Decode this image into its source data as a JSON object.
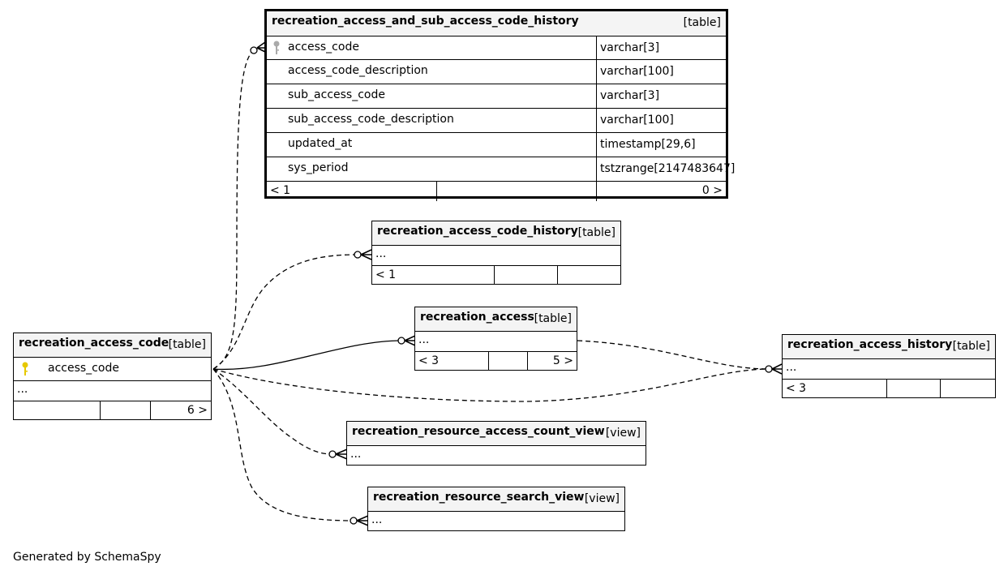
{
  "focus_table": {
    "name": "recreation_access_and_sub_access_code_history",
    "kind": "[table]",
    "columns": [
      {
        "name": "access_code",
        "type": "varchar[3]",
        "icon": "key-icon"
      },
      {
        "name": "access_code_description",
        "type": "varchar[100]"
      },
      {
        "name": "sub_access_code",
        "type": "varchar[3]"
      },
      {
        "name": "sub_access_code_description",
        "type": "varchar[100]"
      },
      {
        "name": "updated_at",
        "type": "timestamp[29,6]"
      },
      {
        "name": "sys_period",
        "type": "tstzrange[2147483647]"
      }
    ],
    "footer": {
      "parents": "< 1",
      "children": "0 >"
    }
  },
  "tables": {
    "code_history": {
      "name": "recreation_access_code_history",
      "kind": "[table]",
      "ellipsis": "...",
      "footer_left": "< 1"
    },
    "access": {
      "name": "recreation_access",
      "kind": "[table]",
      "ellipsis": "...",
      "footer_left": "< 3",
      "footer_right": "5 >"
    },
    "access_code": {
      "name": "recreation_access_code",
      "kind": "[table]",
      "column": "access_code",
      "ellipsis": "...",
      "footer_right": "6 >"
    },
    "access_history": {
      "name": "recreation_access_history",
      "kind": "[table]",
      "ellipsis": "...",
      "footer_left": "< 3"
    },
    "count_view": {
      "name": "recreation_resource_access_count_view",
      "kind": "[view]",
      "ellipsis": "..."
    },
    "search_view": {
      "name": "recreation_resource_search_view",
      "kind": "[view]",
      "ellipsis": "..."
    }
  },
  "colors": {
    "focus_key": "#aaaaaa",
    "primary_key": "#e6c800",
    "header_bg": "#f4f4f4"
  },
  "generated_by": "Generated by SchemaSpy"
}
